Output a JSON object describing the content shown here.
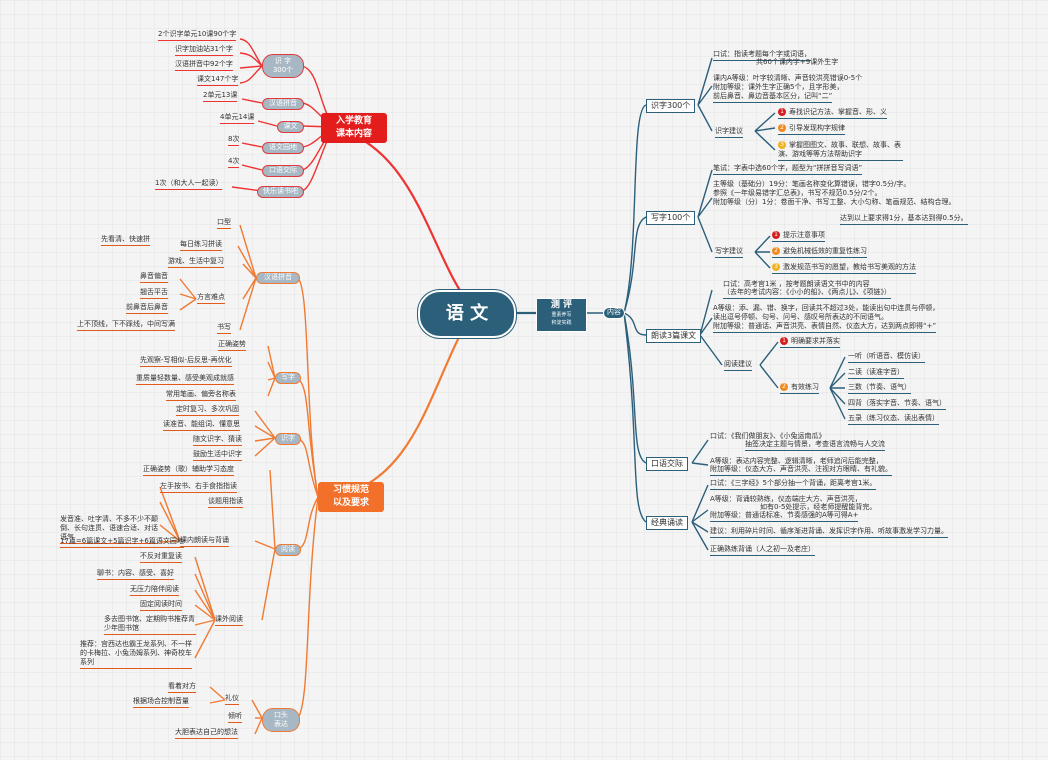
{
  "center": {
    "title": "语 文"
  },
  "ceping": {
    "title": "测 评",
    "sub1": "重素养写",
    "sub2": "积淀实践",
    "content": "内容"
  },
  "left_top": {
    "title1": "入学教育",
    "title2": "课本内容",
    "shizi": {
      "label1": "识 字",
      "label2": "300个",
      "items": [
        "2个识字单元10课90个字",
        "识字加油站31个字",
        "汉语拼音中92个字",
        "课文147个字"
      ]
    },
    "pinyin": {
      "label": "汉语拼音",
      "item": "2单元13课"
    },
    "kewen": {
      "label": "课文",
      "item": "4单元14课"
    },
    "yuwen": {
      "label": "语文园地",
      "item": "8次"
    },
    "kouyu": {
      "label": "口语交际",
      "item": "4次"
    },
    "kuaile": {
      "label": "快乐读书吧",
      "item": "1次（和大人一起读）"
    }
  },
  "left_bottom": {
    "title1": "习惯规范",
    "title2": "以及要求",
    "pinyin": {
      "label": "汉语拼音",
      "kouxing": "口型",
      "meiri": {
        "label": "每日练习拼读",
        "items": [
          "先看清、快速拼"
        ]
      },
      "youxi": "游戏、生活中复习",
      "fangyan": {
        "label": "方言难点",
        "items": [
          "鼻音偏音",
          "翘舌平舌",
          "前鼻音后鼻音"
        ]
      },
      "shuxie": {
        "label": "书写",
        "items": [
          "上不顶线，下不踩线，中间写满"
        ]
      }
    },
    "xiezi": {
      "label": "写字",
      "items": [
        "正确姿势",
        "先观察-写相似-后反思-再优化",
        "重质量轻数量、感受美观成就感",
        "常用笔画、偏旁名称表"
      ]
    },
    "shizi": {
      "label": "识字",
      "items": [
        "定时复习、多次巩固",
        "读准音、能组词、懂意思",
        "随文识字、猜读",
        "鼓励生活中识字"
      ]
    },
    "yuedu": {
      "label": "阅读",
      "zishi": "正确姿势（歌）辅助学习态度",
      "kenei": {
        "label": "课内朗读与背诵",
        "items": [
          "左手按书、右手食指指读",
          "谈题用指读"
        ],
        "req": "发音准、吐字清、不多不少不颠倒、长句连贯、语速合适、对话语气",
        "count": "17篇=6篇课文+5篇识字+6篇语文园地"
      },
      "kewai": {
        "label": "课外阅读",
        "items": [
          "不反对重复读",
          "聊书：内容、感受、喜好",
          "无压力陪伴阅读",
          "固定阅读时间",
          "多去图书馆、定期购书推荐青少年图书馆",
          "推荐：宫西达也霸王龙系列、不一样的卡梅拉、小兔汤姆系列、神奇校车系列"
        ]
      }
    },
    "kouyu": {
      "label1": "口头",
      "label2": "表达",
      "liyi": "礼仪",
      "items": [
        "看着对方",
        "根据场合控制音量",
        "倾听",
        "大胆表达自己的想法"
      ]
    }
  },
  "right": {
    "shizi": {
      "label": "识字300个",
      "kouyu": "口试：指读考题每个字或词语，",
      "kouyu2": "共60个课内字+9课外生字",
      "dengji": "课内A等级：叶字较清晰、声音较洪亮错误0-5个",
      "fujia": "附加等级：课外生字正确5个，且字形美，",
      "fujia2": "前后鼻音、鼻边音基本区分，记叫“二”",
      "jianyi": {
        "label": "识字建议",
        "items": [
          "寿找识记方法、掌握音、形、义",
          "引导发现构字规律",
          "掌握图图文、故事、联想、故事、表演、游戏等等方法帮助识字"
        ]
      }
    },
    "xiezi": {
      "label": "写字100个",
      "bishi": "笔试：字表中选60个字，题型为“拼拼音写词语”",
      "z1": "主等级（基础分）19分：笔画名称变化算错误，错字0.5分/字。",
      "z2": "参照《一年级易错字汇总表》，书写不规范0.5分/2个。",
      "z3": "附加等级（分）1分：卷面干净、书写工整、大小匀称、笔画规范、结构合理。",
      "z4": "达到以上要求得1分，基本达到得0.5分。",
      "jianyi": {
        "label": "写字建议",
        "items": [
          "提示注意事项",
          "避免机械低效的重复性练习",
          "激发规范书写的愿望，教给书写美观的方法"
        ]
      }
    },
    "langdu": {
      "label": "朗读3篇课文",
      "k1": "口试：高考官1米 ，按考题朗读语文书中的内容",
      "k2": "（去年的考试内容：《小小的船》、《两点儿》、《项链》）",
      "a1": "A等级：添、漏、错、换字，回读共不超过3处，能读出句中连贯与停顿，",
      "a2": "读出逗号停顿、句号、问号、感叹号所表达的不同语气。",
      "a3": "附加等级：普通话、声音洪亮、表情自然、仪态大方，达到两点即得“+”",
      "jianyi": {
        "label": "阅读建议",
        "p1": "明确要求并落实",
        "p2": "有效练习",
        "steps": [
          "一听（听语音、模仿读）",
          "二读（读准字音）",
          "三数（节奏、语气）",
          "四背（落实字音、节奏、语气）",
          "五录（练习仪态、读出表情）"
        ]
      }
    },
    "kouyu": {
      "label": "口语交际",
      "k1": "口试：《我们做朋友》、《小兔运南瓜》",
      "k2": "抽签决定主题与情景，考查语言流畅与人交流",
      "a1": "A等级：表达内容完整、逻辑清晰，老师追问后能完整，",
      "a2": "附加等级：仪态大方、声音洪亮、注视对方眼睛、有礼貌。"
    },
    "jingdian": {
      "label": "经典诵读",
      "k1": "口试：《三字经》5个部分抽一个背诵，距离考官1米。",
      "a1": "A等级：背诵较熟练，仪态端庄大方、声音洪亮，",
      "a2": "如有0-5处提示，经老师提醒能背完。",
      "a3": "附加等级：普通话标准、节奏感强的A等可得A+",
      "jy": "建议：利用碎片时间、循序渐进背诵、发挥识字作用、听故事激发学习力量。",
      "zq": "正确熟练背诵（人之初一及老庄）"
    }
  }
}
